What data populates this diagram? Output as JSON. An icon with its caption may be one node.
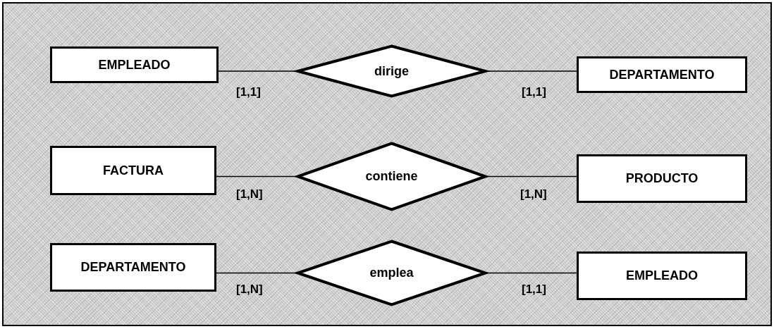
{
  "diagram": {
    "nodes": [
      {
        "text": [
          "EMPLEADO"
        ]
      },
      {
        "text": [
          "dirige"
        ]
      },
      {
        "text": [
          "DEPARTAMENTO"
        ]
      },
      {
        "text": [
          "FACTURA"
        ]
      },
      {
        "text": [
          "contiene"
        ]
      },
      {
        "text": [
          "PRODUCTO"
        ]
      },
      {
        "text": [
          "DEPARTAMENTO"
        ]
      },
      {
        "text": [
          "emplea"
        ]
      },
      {
        "text": [
          "EMPLEADO"
        ]
      }
    ],
    "edges": [
      {
        "from": 0,
        "to": 1,
        "arrow": "none"
      },
      {
        "from": 1,
        "to": 2,
        "arrow": "none"
      },
      {
        "from": 3,
        "to": 4,
        "arrow": "none"
      },
      {
        "from": 4,
        "to": 5,
        "arrow": "none"
      },
      {
        "from": 6,
        "to": 7,
        "arrow": "none"
      },
      {
        "from": 7,
        "to": 8,
        "arrow": "none"
      }
    ],
    "labels": [
      "[1,1]",
      "[1,1]",
      "[1,N]",
      "[1,N]",
      "[1,N]",
      "[1,1]"
    ]
  }
}
